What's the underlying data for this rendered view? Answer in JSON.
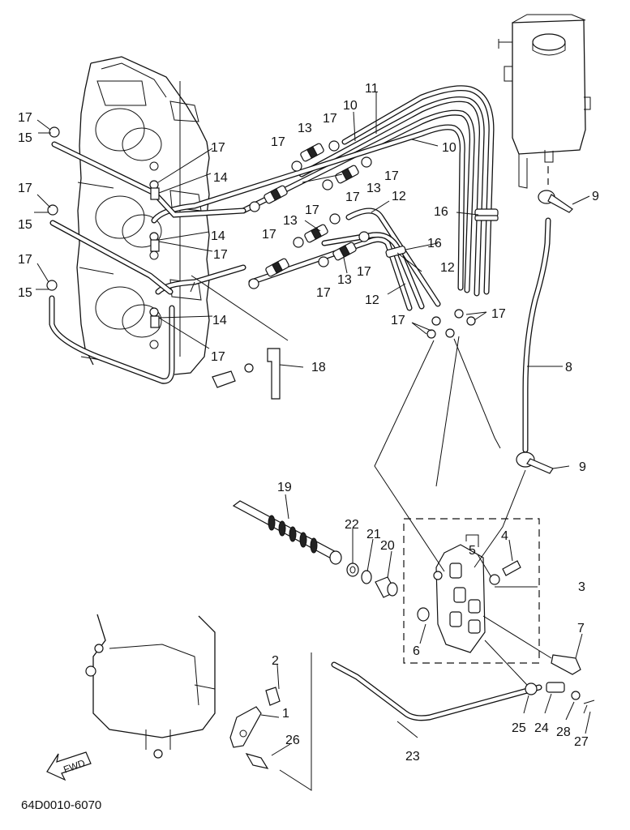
{
  "diagram": {
    "part_labels": [
      "1",
      "2",
      "3",
      "4",
      "5",
      "6",
      "7",
      "8",
      "9",
      "10",
      "11",
      "12",
      "13",
      "14",
      "15",
      "16",
      "17",
      "18",
      "19",
      "20",
      "21",
      "22",
      "23",
      "24",
      "25",
      "26",
      "27",
      "28"
    ],
    "fwd_label": "FWD",
    "document_code": "64D0010-6070"
  }
}
